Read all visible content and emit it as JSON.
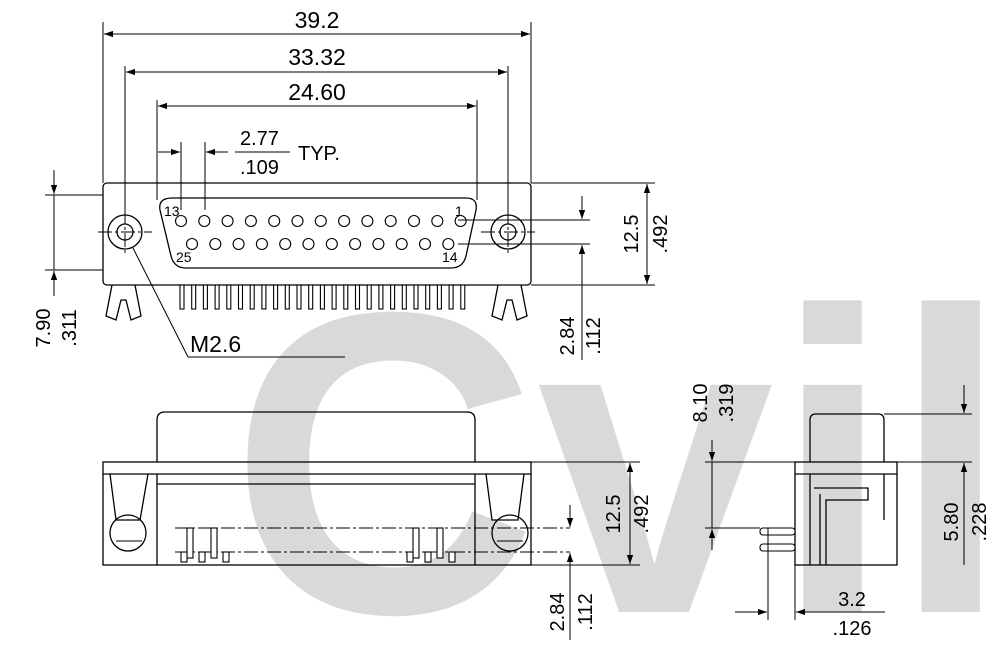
{
  "watermark": {
    "text": "Cvil",
    "color": "#d9d9d9"
  },
  "front_view": {
    "dim_overall": "39.2",
    "dim_mounting_holes": "33.32",
    "dim_pin_row": "24.60",
    "pin_pitch_mm": "2.77",
    "pin_pitch_in": ".109",
    "pin_pitch_note": "TYP.",
    "height_mm": "12.5",
    "height_in": ".492",
    "row_offset_mm": "2.84",
    "row_offset_in": ".112",
    "left_height_mm": "7.90",
    "left_height_in": ".311",
    "screw_label": "M2.6",
    "pin_labels": {
      "top_left": "13",
      "top_right": "1",
      "bottom_left": "25",
      "bottom_right": "14"
    }
  },
  "bottom_view": {
    "height_mm": "12.5",
    "height_in": ".492",
    "pin_offset_mm": "2.84",
    "pin_offset_in": ".112"
  },
  "side_view": {
    "shell_height_mm": "8.10",
    "shell_height_in": ".319",
    "body_height_mm": "5.80",
    "body_height_in": ".228",
    "pin_length_mm": "3.2",
    "pin_length_in": ".126"
  }
}
